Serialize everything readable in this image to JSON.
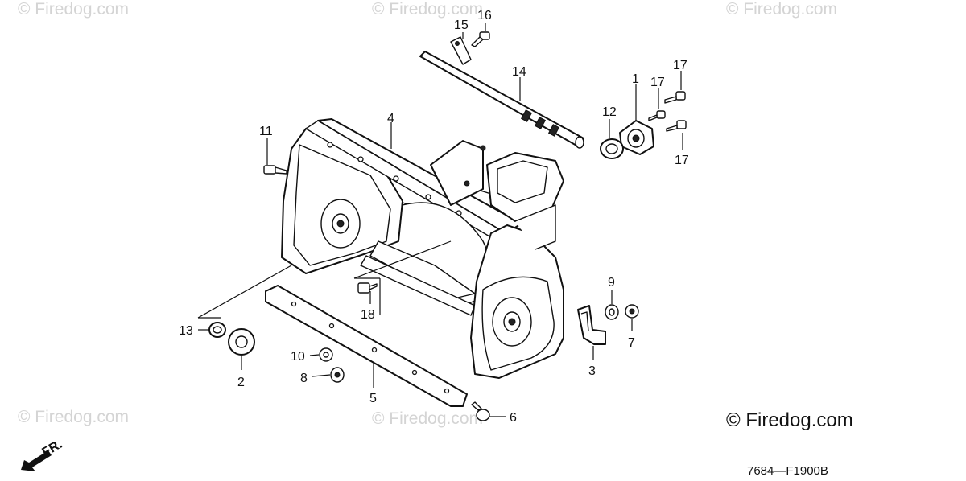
{
  "watermarks": [
    "© Firedog.com",
    "© Firedog.com",
    "© Firedog.com",
    "© Firedog.com",
    "© Firedog.com"
  ],
  "copyright": "© Firedog.com",
  "diagram_code": "7684—F1900B",
  "front_indicator": "FR.",
  "callouts": [
    "1",
    "2",
    "3",
    "4",
    "5",
    "6",
    "7",
    "8",
    "9",
    "10",
    "11",
    "12",
    "13",
    "14",
    "15",
    "16",
    "17",
    "17",
    "17",
    "18"
  ]
}
